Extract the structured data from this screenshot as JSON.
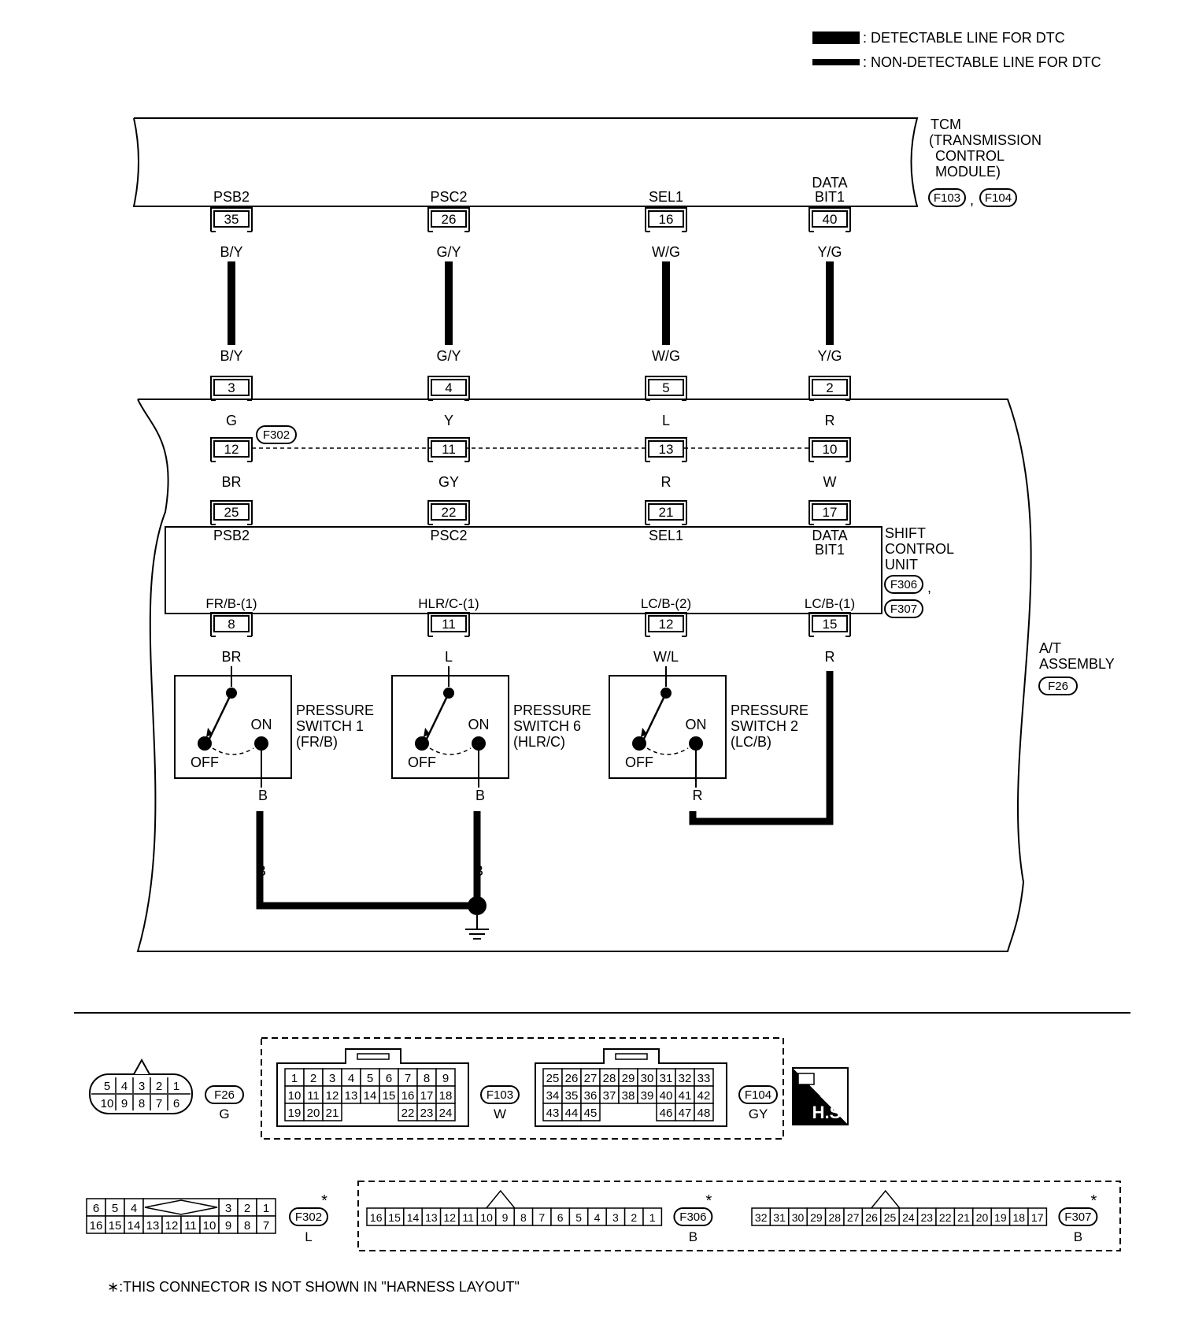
{
  "legend": {
    "detectable": ": DETECTABLE LINE FOR DTC",
    "non_detectable": ": NON-DETECTABLE LINE FOR DTC"
  },
  "tcm": {
    "label_lines": [
      "TCM",
      "(TRANSMISSION",
      "CONTROL",
      "MODULE)"
    ],
    "connectors": [
      "F103",
      "F104"
    ],
    "comma": ","
  },
  "columns": [
    {
      "tcm_signal": [
        "PSB2"
      ],
      "tcm_pin": "35",
      "wire1": "B/Y",
      "in_pin": "3",
      "color_a": "G",
      "mid_pin": "12",
      "color_b": "BR",
      "scu_pin": "25",
      "scu_signal": [
        "PSB2"
      ],
      "out_label": "FR/B-(1)",
      "out_pin": "8",
      "out_color": "BR"
    },
    {
      "tcm_signal": [
        "PSC2"
      ],
      "tcm_pin": "26",
      "wire1": "G/Y",
      "in_pin": "4",
      "color_a": "Y",
      "mid_pin": "11",
      "color_b": "GY",
      "scu_pin": "22",
      "scu_signal": [
        "PSC2"
      ],
      "out_label": "HLR/C-(1)",
      "out_pin": "11",
      "out_color": "L"
    },
    {
      "tcm_signal": [
        "SEL1"
      ],
      "tcm_pin": "16",
      "wire1": "W/G",
      "in_pin": "5",
      "color_a": "L",
      "mid_pin": "13",
      "color_b": "R",
      "scu_pin": "21",
      "scu_signal": [
        "SEL1"
      ],
      "out_label": "LC/B-(2)",
      "out_pin": "12",
      "out_color": "W/L"
    },
    {
      "tcm_signal": [
        "DATA",
        "BIT1"
      ],
      "tcm_pin": "40",
      "wire1": "Y/G",
      "in_pin": "2",
      "color_a": "R",
      "mid_pin": "10",
      "color_b": "W",
      "scu_pin": "17",
      "scu_signal": [
        "DATA",
        "BIT1"
      ],
      "out_label": "LC/B-(1)",
      "out_pin": "15",
      "out_color": "R"
    }
  ],
  "f302_tag": "F302",
  "shift_control_unit": {
    "label_lines": [
      "SHIFT",
      "CONTROL",
      "UNIT"
    ],
    "connectors": [
      "F306",
      "F307"
    ],
    "comma": ","
  },
  "at_assembly": {
    "label_lines": [
      "A/T",
      "ASSEMBLY"
    ],
    "connector": "F26"
  },
  "switches": [
    {
      "title": [
        "PRESSURE",
        "SWITCH 1",
        "(FR/B)"
      ],
      "on": "ON",
      "off": "OFF",
      "out_wire": "B",
      "bottom_wire": "B"
    },
    {
      "title": [
        "PRESSURE",
        "SWITCH 6",
        "(HLR/C)"
      ],
      "on": "ON",
      "off": "OFF",
      "out_wire": "B",
      "bottom_wire": "B"
    },
    {
      "title": [
        "PRESSURE",
        "SWITCH 2",
        "(LC/B)"
      ],
      "on": "ON",
      "off": "OFF",
      "out_wire": "R"
    }
  ],
  "connector_views": {
    "f26": {
      "id": "F26",
      "color": "G",
      "rows": [
        [
          "5",
          "4",
          "3",
          "2",
          "1"
        ],
        [
          "10",
          "9",
          "8",
          "7",
          "6"
        ]
      ]
    },
    "f103": {
      "id": "F103",
      "color": "W",
      "rows": [
        [
          "1",
          "2",
          "3",
          "4",
          "5",
          "6",
          "7",
          "8",
          "9"
        ],
        [
          "10",
          "11",
          "12",
          "13",
          "14",
          "15",
          "16",
          "17",
          "18"
        ],
        [
          "19",
          "20",
          "21",
          "",
          "",
          "",
          "22",
          "23",
          "24"
        ]
      ]
    },
    "f104": {
      "id": "F104",
      "color": "GY",
      "rows": [
        [
          "25",
          "26",
          "27",
          "28",
          "29",
          "30",
          "31",
          "32",
          "33"
        ],
        [
          "34",
          "35",
          "36",
          "37",
          "38",
          "39",
          "40",
          "41",
          "42"
        ],
        [
          "43",
          "44",
          "45",
          "",
          "",
          "",
          "46",
          "47",
          "48"
        ]
      ]
    },
    "f302": {
      "id": "F302",
      "color": "L",
      "star": "*",
      "rows": [
        [
          "6",
          "5",
          "4",
          "",
          "",
          "",
          "",
          "3",
          "2",
          "1"
        ],
        [
          "16",
          "15",
          "14",
          "13",
          "12",
          "11",
          "10",
          "9",
          "8",
          "7"
        ]
      ]
    },
    "f306": {
      "id": "F306",
      "color": "B",
      "star": "*",
      "cells": [
        "16",
        "15",
        "14",
        "13",
        "12",
        "11",
        "10",
        "9",
        "8",
        "7",
        "6",
        "5",
        "4",
        "3",
        "2",
        "1"
      ]
    },
    "f307": {
      "id": "F307",
      "color": "B",
      "star": "*",
      "cells": [
        "32",
        "31",
        "30",
        "29",
        "28",
        "27",
        "26",
        "25",
        "24",
        "23",
        "22",
        "21",
        "20",
        "19",
        "18",
        "17"
      ]
    }
  },
  "hs_badge": "H.S.",
  "footnote": "∗:THIS CONNECTOR IS NOT SHOWN IN \"HARNESS LAYOUT\""
}
